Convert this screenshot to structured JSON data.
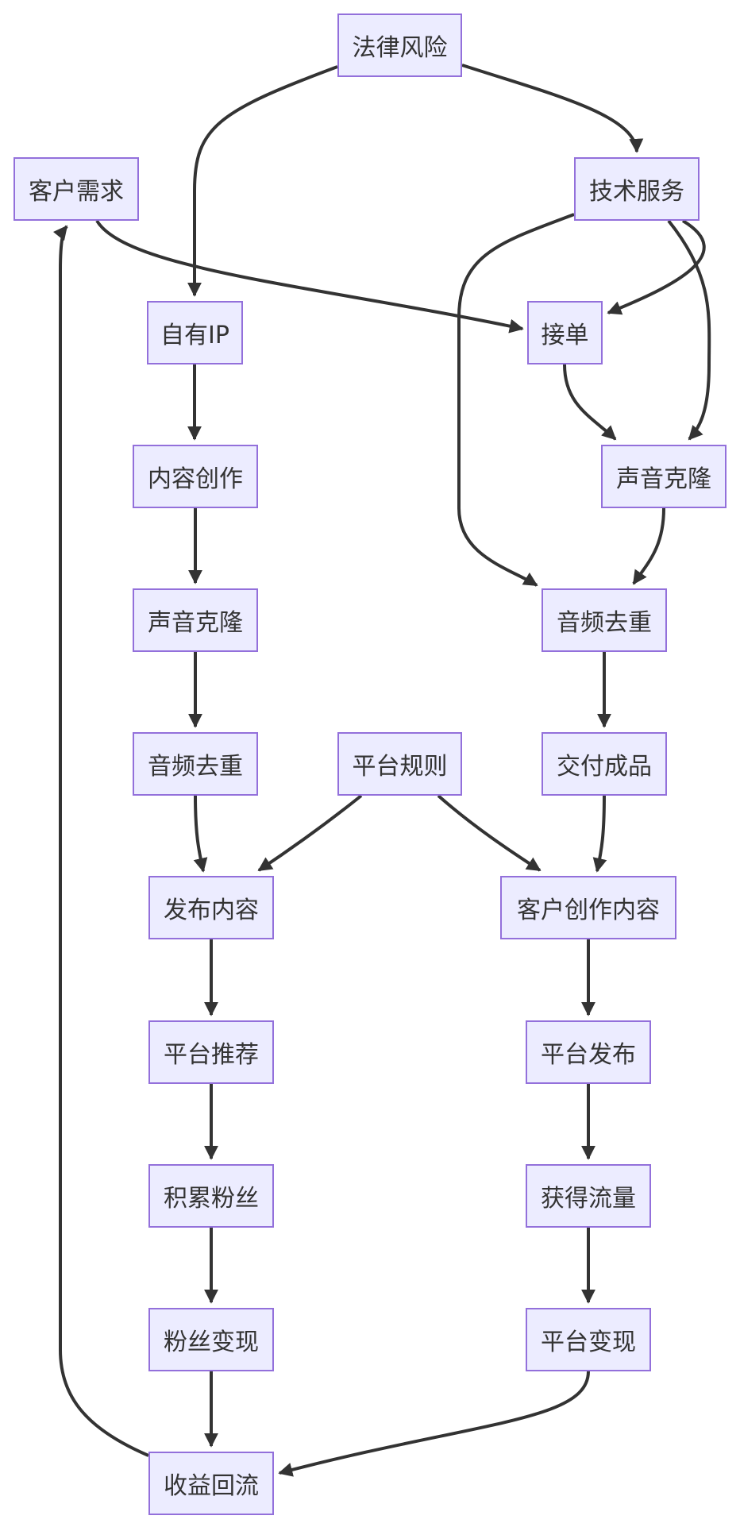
{
  "nodes": {
    "legal_risk": "法律风险",
    "customer_demand": "客户需求",
    "tech_service": "技术服务",
    "own_ip": "自有IP",
    "take_order": "接单",
    "content_creation": "内容创作",
    "voice_clone_right": "声音克隆",
    "voice_clone_left": "声音克隆",
    "audio_dedup_right": "音频去重",
    "audio_dedup_left": "音频去重",
    "platform_rules": "平台规则",
    "deliver_product": "交付成品",
    "publish_content": "发布内容",
    "customer_content": "客户创作内容",
    "platform_recommend": "平台推荐",
    "platform_publish": "平台发布",
    "accumulate_fans": "积累粉丝",
    "gain_traffic": "获得流量",
    "fan_monetize": "粉丝变现",
    "platform_monetize": "平台变现",
    "revenue_return": "收益回流"
  },
  "edges": [
    {
      "from": "legal_risk",
      "to": "own_ip"
    },
    {
      "from": "legal_risk",
      "to": "tech_service"
    },
    {
      "from": "customer_demand",
      "to": "take_order"
    },
    {
      "from": "tech_service",
      "to": "take_order"
    },
    {
      "from": "tech_service",
      "to": "voice_clone_right"
    },
    {
      "from": "tech_service",
      "to": "audio_dedup_right"
    },
    {
      "from": "own_ip",
      "to": "content_creation"
    },
    {
      "from": "take_order",
      "to": "voice_clone_right"
    },
    {
      "from": "content_creation",
      "to": "voice_clone_left"
    },
    {
      "from": "voice_clone_right",
      "to": "audio_dedup_right"
    },
    {
      "from": "voice_clone_left",
      "to": "audio_dedup_left"
    },
    {
      "from": "audio_dedup_right",
      "to": "deliver_product"
    },
    {
      "from": "audio_dedup_left",
      "to": "publish_content"
    },
    {
      "from": "platform_rules",
      "to": "publish_content"
    },
    {
      "from": "platform_rules",
      "to": "customer_content"
    },
    {
      "from": "deliver_product",
      "to": "customer_content"
    },
    {
      "from": "publish_content",
      "to": "platform_recommend"
    },
    {
      "from": "customer_content",
      "to": "platform_publish"
    },
    {
      "from": "platform_recommend",
      "to": "accumulate_fans"
    },
    {
      "from": "platform_publish",
      "to": "gain_traffic"
    },
    {
      "from": "accumulate_fans",
      "to": "fan_monetize"
    },
    {
      "from": "gain_traffic",
      "to": "platform_monetize"
    },
    {
      "from": "fan_monetize",
      "to": "revenue_return"
    },
    {
      "from": "platform_monetize",
      "to": "revenue_return"
    },
    {
      "from": "revenue_return",
      "to": "customer_demand"
    }
  ],
  "colors": {
    "node_fill": "#ececff",
    "node_border": "#9370db",
    "edge": "#333333",
    "text": "#333333"
  }
}
